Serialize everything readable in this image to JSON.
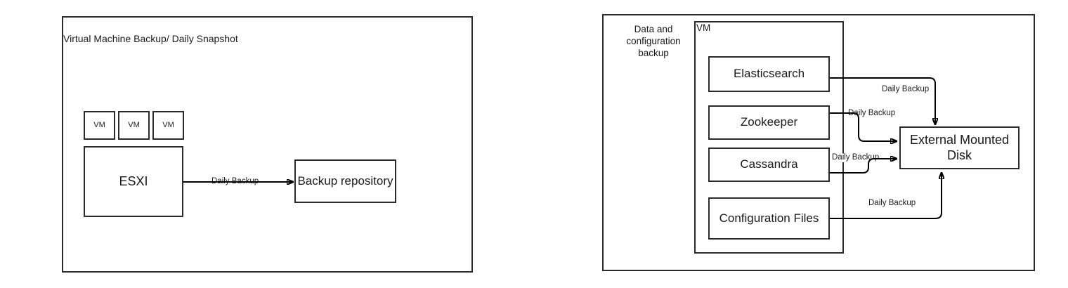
{
  "diagram": {
    "panels": [
      {
        "id": "virtual-machine-backup",
        "title": "Virtual Machine Backup/ Daily Snapshot",
        "nodes": [
          {
            "id": "vm-1",
            "label": "VM"
          },
          {
            "id": "vm-2",
            "label": "VM"
          },
          {
            "id": "vm-3",
            "label": "VM"
          },
          {
            "id": "esxi",
            "label": "ESXI"
          },
          {
            "id": "backup-repository",
            "label": "Backup repository"
          }
        ],
        "edges": [
          {
            "from": "esxi",
            "to": "backup-repository",
            "label": "Daily Backup"
          }
        ]
      },
      {
        "id": "data-and-configuration-backup",
        "title": "Data and configuration backup",
        "container": {
          "id": "vm-container",
          "label": "VM"
        },
        "nodes": [
          {
            "id": "elasticsearch",
            "label": "Elasticsearch"
          },
          {
            "id": "zookeeper",
            "label": "Zookeeper"
          },
          {
            "id": "cassandra",
            "label": "Cassandra"
          },
          {
            "id": "configuration-files",
            "label": "Configuration Files"
          },
          {
            "id": "external-mounted-disk",
            "label": "External Mounted Disk"
          }
        ],
        "edges": [
          {
            "from": "elasticsearch",
            "to": "external-mounted-disk",
            "label": "Daily Backup"
          },
          {
            "from": "zookeeper",
            "to": "external-mounted-disk",
            "label": "Daily Backup"
          },
          {
            "from": "cassandra",
            "to": "external-mounted-disk",
            "label": "Daily Backup"
          },
          {
            "from": "configuration-files",
            "to": "external-mounted-disk",
            "label": "Daily Backup"
          }
        ]
      }
    ],
    "colors": {
      "stroke": "#2b2b2b",
      "arrow": "#000000",
      "background": "#ffffff",
      "text": "#1a1a1a"
    }
  }
}
